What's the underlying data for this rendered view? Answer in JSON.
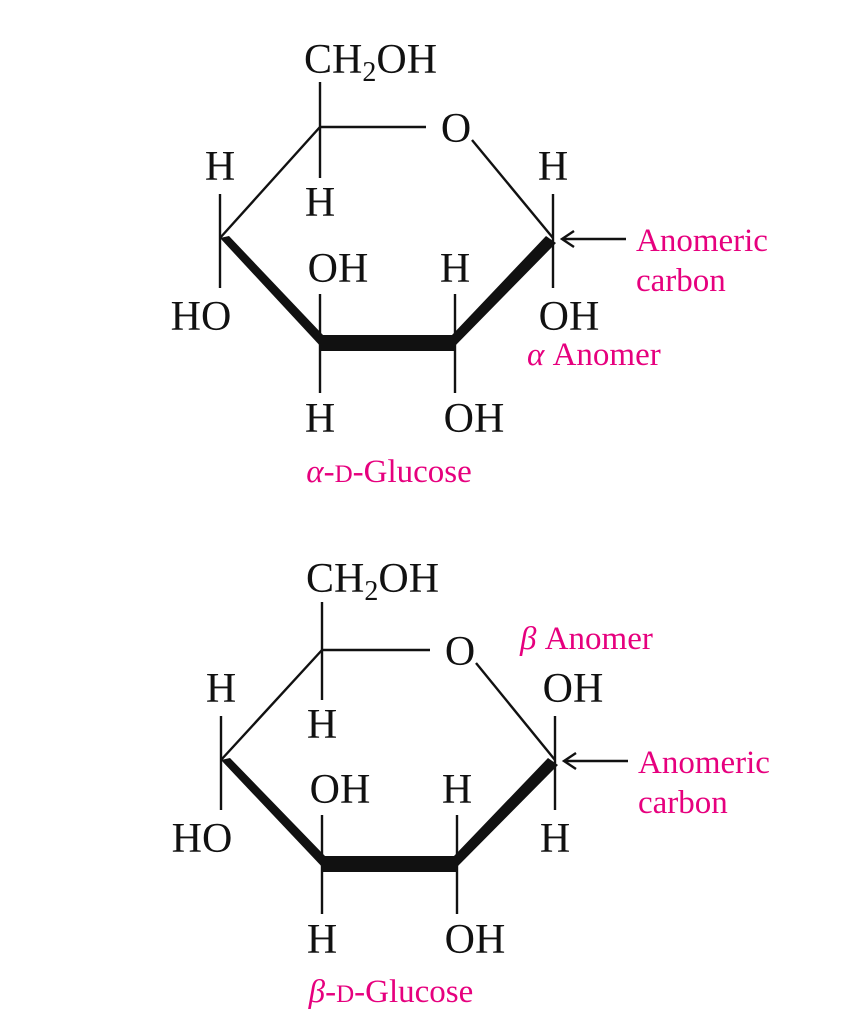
{
  "theme": {
    "magenta": "#e6007e",
    "ink": "#111111"
  },
  "structures": [
    {
      "atoms": {
        "ch2oh": {
          "ch": "CH",
          "sub": "2",
          "oh": "OH"
        },
        "ring_o": "O",
        "c4_up": "H",
        "c4_down": "HO",
        "c5_down": "H",
        "c3_up": "OH",
        "c3_down": "H",
        "c2_up": "H",
        "c2_down": "OH",
        "c1_up": "H",
        "c1_down": "OH"
      },
      "labels": {
        "anomer_prefix": "α",
        "anomer_word": " Anomer",
        "anomeric_line1": "Anomeric",
        "anomeric_line2": "carbon",
        "name_greek": "α",
        "name_dash": "-",
        "name_d": "D",
        "name_rest": "-Glucose"
      }
    },
    {
      "atoms": {
        "ch2oh": {
          "ch": "CH",
          "sub": "2",
          "oh": "OH"
        },
        "ring_o": "O",
        "c4_up": "H",
        "c4_down": "HO",
        "c5_down": "H",
        "c3_up": "OH",
        "c3_down": "H",
        "c2_up": "H",
        "c2_down": "OH",
        "c1_up": "OH",
        "c1_down": "H"
      },
      "labels": {
        "anomer_prefix": "β",
        "anomer_word": " Anomer",
        "anomeric_line1": "Anomeric",
        "anomeric_line2": "carbon",
        "name_greek": "β",
        "name_dash": "-",
        "name_d": "D",
        "name_rest": "-Glucose"
      }
    }
  ]
}
